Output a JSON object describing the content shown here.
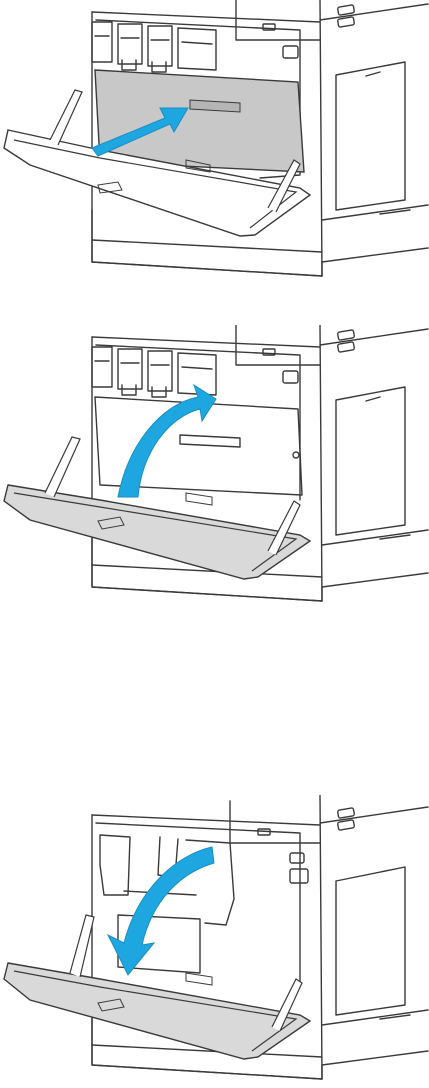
{
  "steps": [
    {
      "label": "insert-waste-container",
      "arrow": "push-in"
    },
    {
      "label": "rotate-cartridge-lever-up",
      "arrow": "curved-up"
    },
    {
      "label": "close-front-door",
      "arrow": "curved-down"
    }
  ],
  "colors": {
    "arrow": "#1ea6e0",
    "outline": "#3a3a3a",
    "door_fill_light": "#ffffff",
    "door_fill_gray": "#d9d9d9",
    "container_fill": "#c8c8c8",
    "background": "#ffffff"
  },
  "icons": [
    "printer-body-icon",
    "toner-cartridge-icon",
    "waste-toner-container-icon",
    "front-door-icon",
    "blue-arrow-icon"
  ]
}
